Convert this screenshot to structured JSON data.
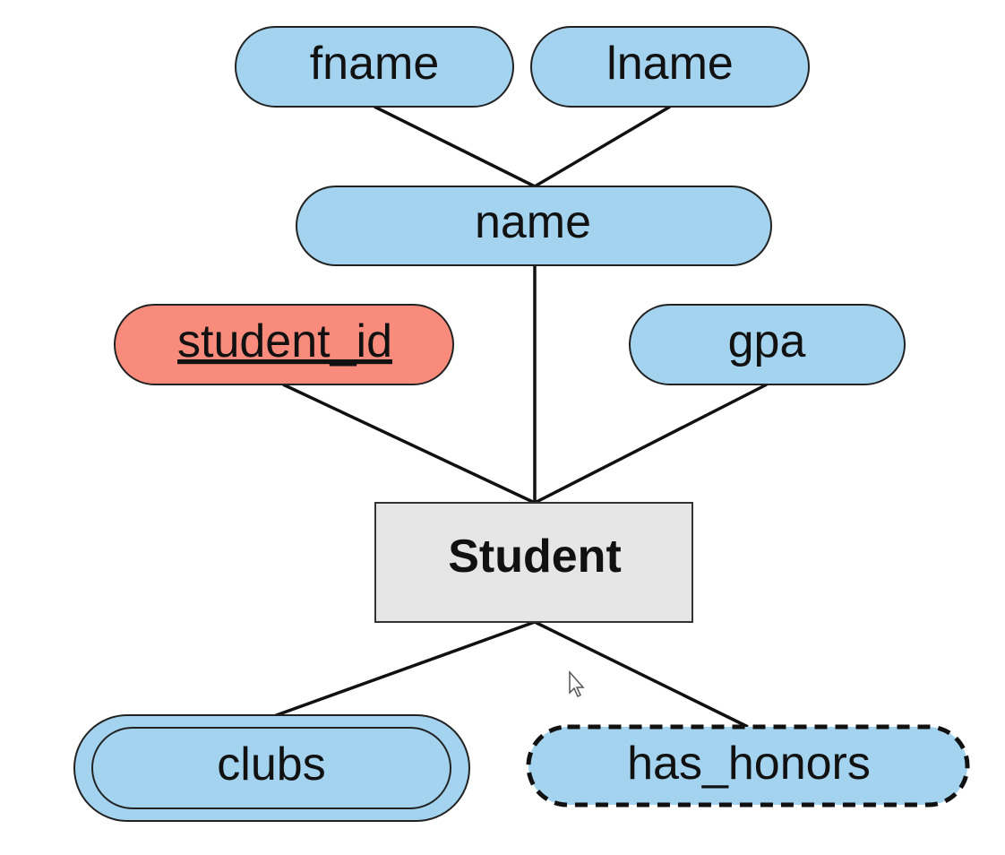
{
  "colors": {
    "attribute_fill": "#a4d3ef",
    "key_attribute_fill": "#f88b7b",
    "entity_fill": "#e6e6e6",
    "line": "#111111"
  },
  "entity": {
    "label": "Student"
  },
  "attributes": {
    "fname": "fname",
    "lname": "lname",
    "name": "name",
    "student_id": "student_id",
    "gpa": "gpa",
    "clubs": "clubs",
    "has_honors": "has_honors"
  },
  "cursor_icon": "pointer-cursor-icon"
}
